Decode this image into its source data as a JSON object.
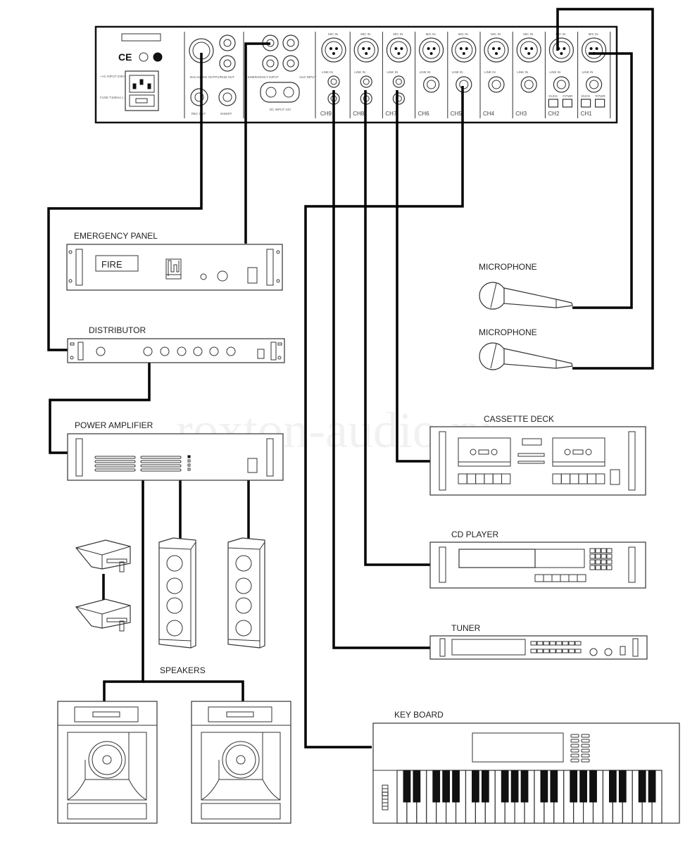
{
  "watermark": "roxton-audio.ru",
  "mixer": {
    "power_panel": {
      "ac_input_label": "~AC INPUT 230V 50Hz 18W",
      "fuse_label": "FUSE T100mA L 250V"
    },
    "outputs": {
      "balanced_output": "BALANCED OUTPUT",
      "sub_out": "SUB OUT",
      "rec_out": "REC OUT",
      "insert": "INSERT"
    },
    "inputs": {
      "emergency_input": "EMERGENCY INPUT",
      "aux_input": "AUX INPUT",
      "dc_input": "DC INPUT 24V"
    },
    "channels": [
      {
        "label": "CH9",
        "type": "stereo"
      },
      {
        "label": "CH8",
        "type": "stereo"
      },
      {
        "label": "CH7",
        "type": "stereo"
      },
      {
        "label": "CH6",
        "type": "mono"
      },
      {
        "label": "CH5",
        "type": "mono"
      },
      {
        "label": "CH4",
        "type": "mono"
      },
      {
        "label": "CH3",
        "type": "mono"
      },
      {
        "label": "CH2",
        "type": "mono-duck"
      },
      {
        "label": "CH1",
        "type": "mono-duck"
      }
    ],
    "mic_in_label": "MIC IN",
    "line_in_label": "LINE IN",
    "duck_label": "DUCK",
    "phantom_label": "P.PWR"
  },
  "devices": {
    "emergency_panel": {
      "label": "EMERGENCY PANEL",
      "display": "FIRE"
    },
    "distributor": {
      "label": "DISTRIBUTOR"
    },
    "power_amplifier": {
      "label": "POWER AMPLIFIER"
    },
    "microphone_1": {
      "label": "MICROPHONE"
    },
    "microphone_2": {
      "label": "MICROPHONE"
    },
    "cassette_deck": {
      "label": "CASSETTE DECK"
    },
    "cd_player": {
      "label": "CD PLAYER"
    },
    "tuner": {
      "label": "TUNER"
    },
    "keyboard": {
      "label": "KEY BOARD"
    },
    "speakers": {
      "label": "SPEAKERS"
    }
  },
  "connections": [
    {
      "from": "mixer.balanced_output",
      "to": "distributor"
    },
    {
      "from": "emergency_panel",
      "to": "mixer.emergency_input"
    },
    {
      "from": "distributor",
      "to": "power_amplifier"
    },
    {
      "from": "power_amplifier",
      "to": "speakers"
    },
    {
      "from": "microphone_1",
      "to": "mixer.CH1"
    },
    {
      "from": "microphone_2",
      "to": "mixer.CH2"
    },
    {
      "from": "cassette_deck",
      "to": "mixer.CH7"
    },
    {
      "from": "cd_player",
      "to": "mixer.CH8"
    },
    {
      "from": "tuner",
      "to": "mixer.CH9"
    },
    {
      "from": "keyboard",
      "to": "mixer.CH5"
    }
  ]
}
